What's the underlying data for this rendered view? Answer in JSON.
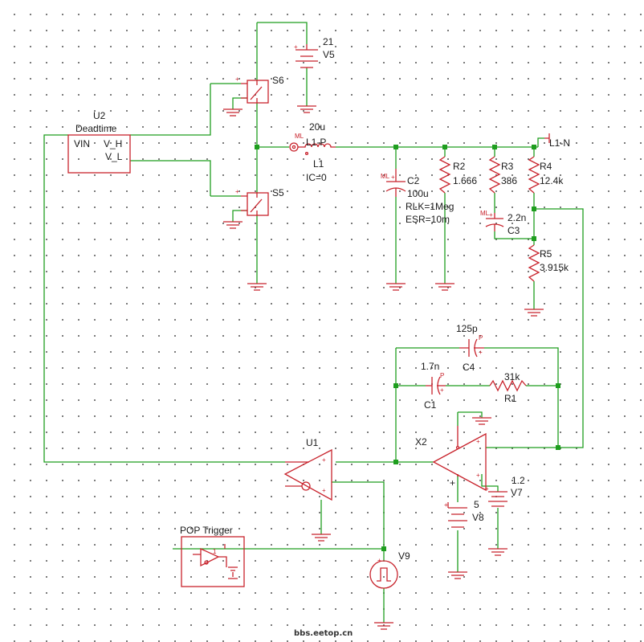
{
  "components": {
    "V5": {
      "ref": "V5",
      "value": "21"
    },
    "S6": {
      "ref": "S6"
    },
    "S5": {
      "ref": "S5"
    },
    "U2": {
      "ref": "U2",
      "name": "Deadtime",
      "pin_in": "VIN",
      "pin_h": "V_H",
      "pin_l": "V_L"
    },
    "L1": {
      "ref": "L1",
      "value": "20u",
      "ic": "IC=0",
      "net_p": "L1-P",
      "ml": "ML"
    },
    "C2": {
      "ref": "C2",
      "value": "100u",
      "rlk": "RLK=1Meg",
      "esr": "ESR=10m",
      "ml": "ML"
    },
    "R2": {
      "ref": "R2",
      "value": "1.666"
    },
    "R3": {
      "ref": "R3",
      "value": "386"
    },
    "R4": {
      "ref": "R4",
      "value": "12.4k"
    },
    "C3": {
      "ref": "C3",
      "value": "2.2n",
      "ml": "ML"
    },
    "R5": {
      "ref": "R5",
      "value": "3.915k"
    },
    "C4": {
      "ref": "C4",
      "value": "125p"
    },
    "C1": {
      "ref": "C1",
      "value": "1.7n"
    },
    "R1": {
      "ref": "R1",
      "value": "31k"
    },
    "X2": {
      "ref": "X2"
    },
    "U1": {
      "ref": "U1"
    },
    "V7": {
      "ref": "V7",
      "value": "1.2"
    },
    "V8": {
      "ref": "V8",
      "value": "5"
    },
    "V9": {
      "ref": "V9"
    },
    "POP": {
      "name": "POP Trigger"
    }
  },
  "nets": {
    "l1n": "L1-N"
  },
  "pin_marks": {
    "minus": "-",
    "plus": "+",
    "pmark": "P",
    "one": "1"
  },
  "watermark": "bbs.eetop.cn",
  "colors": {
    "wire": "#1f9e1f",
    "component": "#c8232c",
    "text": "#1a1a1a",
    "background": "#ffffff",
    "grid_dot": "#5a5a5a"
  }
}
